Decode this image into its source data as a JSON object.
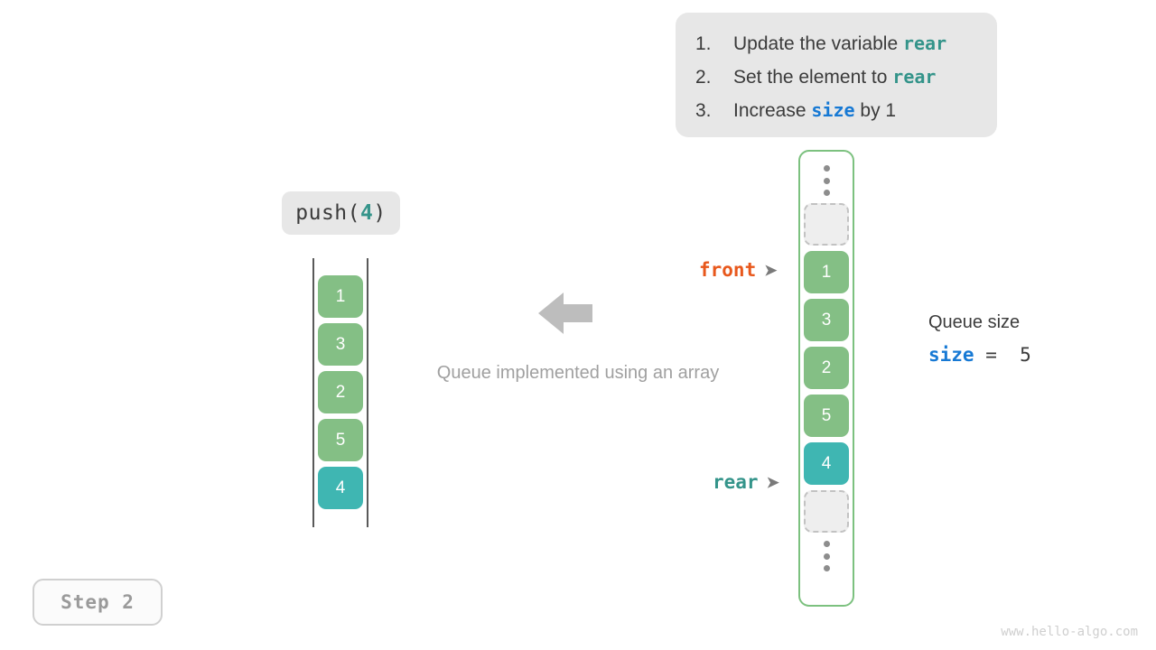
{
  "instructions": {
    "items": [
      {
        "num": "1.",
        "pre": "Update the variable ",
        "kw": "rear",
        "kw_kind": "rear",
        "post": ""
      },
      {
        "num": "2.",
        "pre": "Set the element to ",
        "kw": "rear",
        "kw_kind": "rear",
        "post": ""
      },
      {
        "num": "3.",
        "pre": "Increase ",
        "kw": "size",
        "kw_kind": "size",
        "post": " by 1"
      }
    ]
  },
  "operation": {
    "name": "push(",
    "arg": "4",
    "close": ")"
  },
  "left_array": {
    "label": "logical-queue",
    "cells": [
      {
        "value": "1",
        "style": "green"
      },
      {
        "value": "3",
        "style": "green"
      },
      {
        "value": "2",
        "style": "green"
      },
      {
        "value": "5",
        "style": "green"
      },
      {
        "value": "4",
        "style": "teal"
      }
    ]
  },
  "flow": {
    "arrow_icon": "arrow-left-icon",
    "caption": "Queue implemented using an array"
  },
  "right_array": {
    "top_ellipsis": "vertical-dots-icon",
    "bottom_ellipsis": "vertical-dots-icon",
    "cells": [
      {
        "value": "",
        "style": "empty"
      },
      {
        "value": "1",
        "style": "green"
      },
      {
        "value": "3",
        "style": "green"
      },
      {
        "value": "2",
        "style": "green"
      },
      {
        "value": "5",
        "style": "green"
      },
      {
        "value": "4",
        "style": "teal"
      },
      {
        "value": "",
        "style": "empty"
      }
    ]
  },
  "pointers": {
    "front": {
      "label": "front",
      "arrow": "➤",
      "color": "#e8581c"
    },
    "rear": {
      "label": "rear",
      "arrow": "➤",
      "color": "#34948a"
    }
  },
  "size_readout": {
    "title": "Queue size",
    "var": "size",
    "expr_tail": " =  5"
  },
  "step_badge": {
    "label": "Step 2"
  },
  "watermark": {
    "text": "www.hello-algo.com"
  },
  "colors": {
    "green": "#84bf85",
    "teal": "#3fb6b2",
    "orange": "#e8581c",
    "blue": "#1779d4",
    "panel_bg": "#e7e7e7",
    "container_border": "#7cc17f"
  }
}
